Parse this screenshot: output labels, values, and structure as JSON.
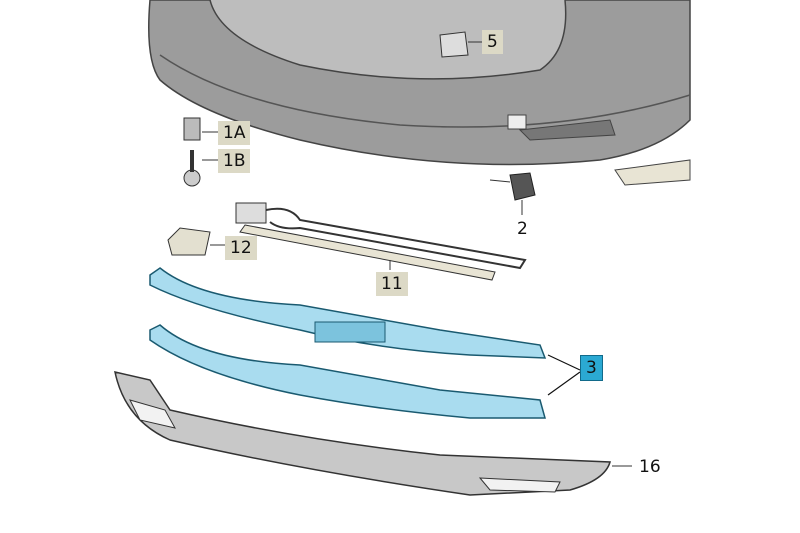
{
  "diagram": {
    "labels": {
      "p5": "5",
      "p1a": "1A",
      "p1b": "1B",
      "p2": "2",
      "p12": "12",
      "p11": "11",
      "p3": "3",
      "p16": "16"
    },
    "colors": {
      "label_bg": "#dcd9c6",
      "highlight": "#2ba9d3",
      "highlight_part": "#a9dcef",
      "bumper": "#9a9a9a"
    }
  }
}
